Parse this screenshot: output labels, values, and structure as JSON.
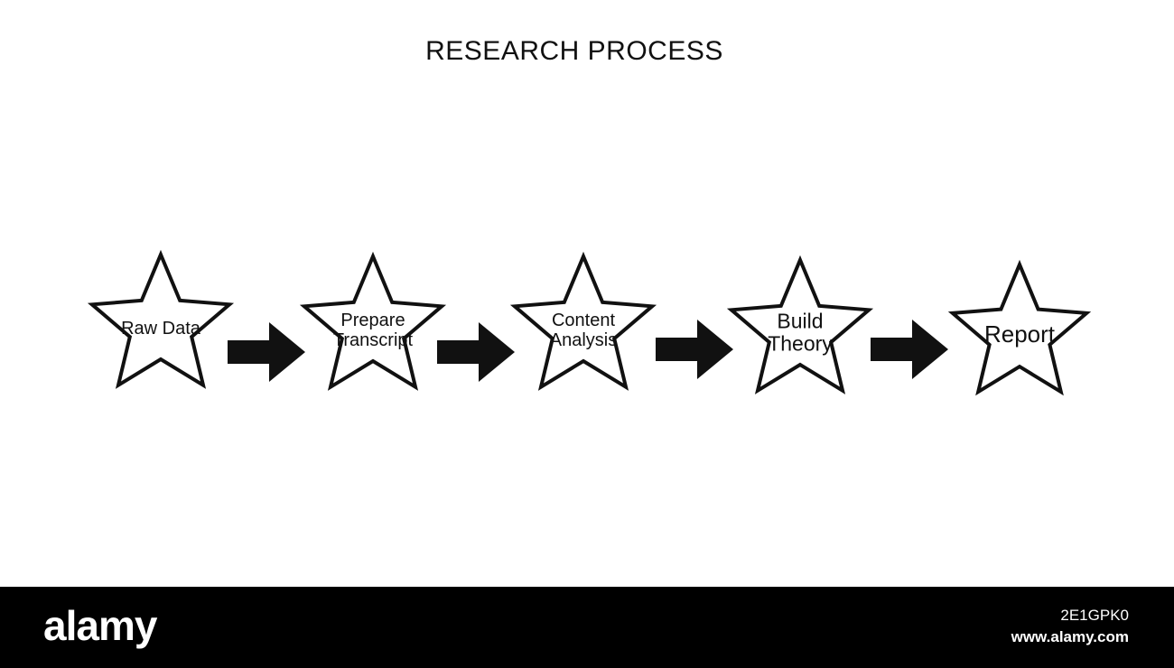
{
  "title": "RESEARCH PROCESS",
  "colors": {
    "stroke": "#111111",
    "background": "#ffffff",
    "footer": "#000000",
    "footer_text": "#ffffff"
  },
  "steps": [
    {
      "lines": [
        "Raw Data"
      ]
    },
    {
      "lines": [
        "Prepare",
        "Transcript"
      ]
    },
    {
      "lines": [
        "Content",
        "Analysis"
      ]
    },
    {
      "lines": [
        "Build",
        "Theory"
      ]
    },
    {
      "lines": [
        "Report"
      ]
    }
  ],
  "footer": {
    "brand": "alamy",
    "image_id": "2E1GPK0",
    "url": "www.alamy.com"
  }
}
